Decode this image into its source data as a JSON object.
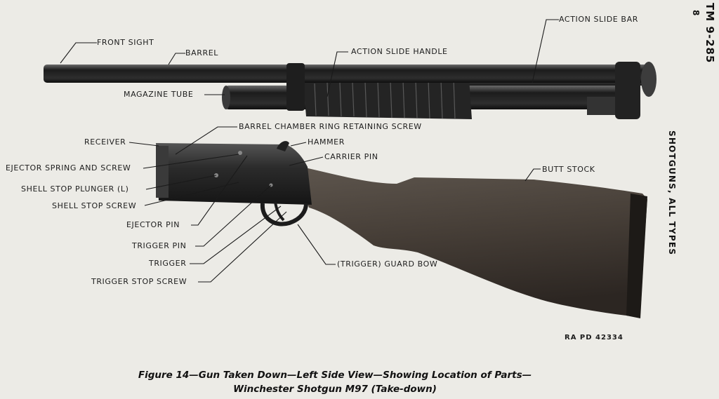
{
  "header": {
    "tm_number": "TM 9-285",
    "section_number": "8",
    "section_title": "SHOTGUNS, ALL TYPES"
  },
  "labels": {
    "front_sight": "FRONT SIGHT",
    "barrel": "BARREL",
    "action_slide_handle": "ACTION SLIDE HANDLE",
    "action_slide_bar": "ACTION SLIDE BAR",
    "magazine_tube": "MAGAZINE TUBE",
    "barrel_chamber_ring_retaining_screw": "BARREL CHAMBER RING RETAINING SCREW",
    "receiver": "RECEIVER",
    "hammer": "HAMMER",
    "carrier_pin": "CARRIER PIN",
    "ejector_spring_and_screw": "EJECTOR SPRING AND SCREW",
    "shell_stop_plunger": "SHELL STOP PLUNGER (L)",
    "shell_stop_screw": "SHELL STOP SCREW",
    "ejector_pin": "EJECTOR PIN",
    "trigger_pin": "TRIGGER PIN",
    "trigger": "TRIGGER",
    "trigger_stop_screw": "TRIGGER STOP SCREW",
    "trigger_guard_bow": "(TRIGGER) GUARD BOW",
    "butt_stock": "BUTT STOCK"
  },
  "photo_reference": "RA PD 42334",
  "caption": {
    "line1": "Figure 14—Gun Taken Down—Left Side View—Showing Location of Parts—",
    "line2": "Winchester Shotgun M97 (Take-down)"
  },
  "colors": {
    "paper": "#ecebe6",
    "steel": "#2a2a2a",
    "wood": "#4a4038",
    "text": "#1a1a1a"
  }
}
